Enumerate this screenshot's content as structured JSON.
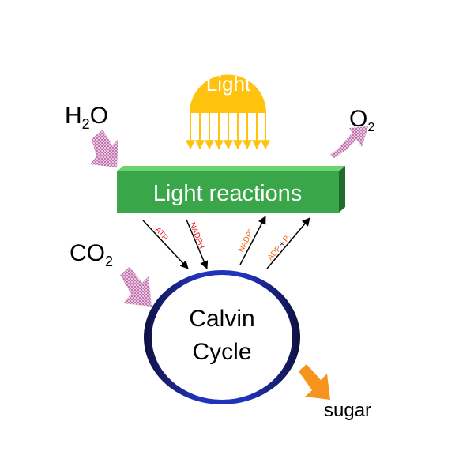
{
  "sun": {
    "label": "Light"
  },
  "inputs": {
    "water": {
      "base": "H",
      "sub": "2",
      "rest": "O"
    },
    "co2": {
      "base": "CO",
      "sub": "2"
    }
  },
  "outputs": {
    "oxygen": {
      "base": "O",
      "sub": "2"
    },
    "sugar": "sugar"
  },
  "light_reactions": {
    "label": "Light reactions"
  },
  "calvin_cycle": {
    "line1": "Calvin",
    "line2": "Cycle"
  },
  "flows": {
    "atp": "ATP",
    "nadph": "NADPH",
    "nadp": {
      "base": "NADP",
      "sup": "+"
    },
    "adp": {
      "part1": "ADP",
      "plus": "+",
      "part2": "P",
      "sub": "i"
    }
  },
  "colors": {
    "sun": "#FFC20E",
    "sun_text": "#FFFFFF",
    "green_front": "#3AA64A",
    "green_top": "#6CD46F",
    "green_side": "#1F6B2C",
    "pink_arrow": "#C879B4",
    "orange_arrow": "#F7941D",
    "ring_dark": "#1A1A60",
    "ring_blue": "#3344CC",
    "red_label": "#E8231F",
    "orange_label": "#F26C16"
  }
}
